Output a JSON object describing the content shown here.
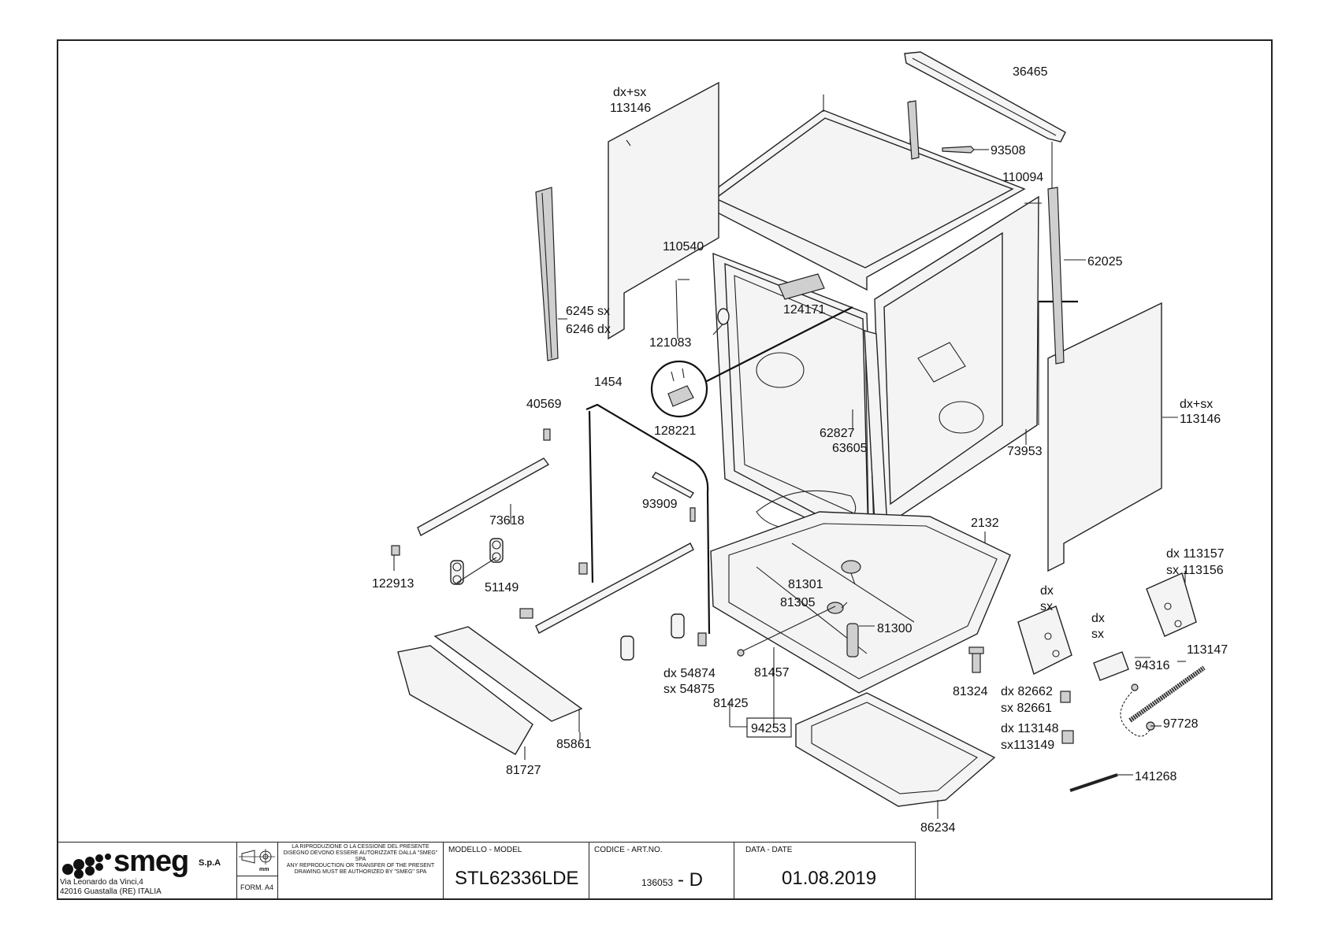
{
  "labels": {
    "p36465": "36465",
    "p93508": "93508",
    "p110094": "110094",
    "p62025": "62025",
    "p113146_l_a": "dx+sx",
    "p113146_l_b": "113146",
    "p113146_r_a": "dx+sx",
    "p113146_r_b": "113146",
    "p110540": "110540",
    "p124171": "124171",
    "p6245": "6245 sx",
    "p6246": "6246 dx",
    "p121083": "121083",
    "p1454": "1454",
    "p128221": "128221",
    "p40569": "40569",
    "p62827": "62827",
    "p63605": "63605",
    "p73953": "73953",
    "p73618": "73618",
    "p93909": "93909",
    "p2132": "2132",
    "p122913": "122913",
    "p51149": "51149",
    "p81301": "81301",
    "p81305": "81305",
    "p81300": "81300",
    "p113157": "dx 113157",
    "p113156": "sx 113156",
    "hinge_dx1": "dx",
    "hinge_sx1": "sx",
    "hinge_dx2": "dx",
    "hinge_sx2": "sx",
    "p54874": "dx 54874",
    "p54875": "sx 54875",
    "p81457": "81457",
    "p81324": "81324",
    "p82662": "dx 82662",
    "p82661": "sx 82661",
    "p113147": "113147",
    "p94316": "94316",
    "p81425": "81425",
    "p94253": "94253",
    "p97728": "97728",
    "p85861": "85861",
    "p113148": "dx 113148",
    "p113149": "sx113149",
    "p81727": "81727",
    "p141268": "141268",
    "p86234": "86234"
  },
  "titleblock": {
    "brand": "smeg",
    "brand_suffix": "S.p.A",
    "address_line1": "Via Leonardo da Vinci,4",
    "address_line2": "42016  Guastalla (RE) ITALIA",
    "unit": "mm",
    "format": "FORM. A4",
    "notice_it": "LA RIPRODUZIONE O LA CESSIONE DEL PRESENTE DISEGNO DEVONO ESSERE AUTORIZZATE DALLA \"SMEG\" SPA",
    "notice_en": "ANY REPRODUCTION OR TRANSFER OF THE PRESENT DRAWING MUST BE AUTHORIZED BY \"SMEG\" SPA",
    "model_caption": "MODELLO - MODEL",
    "model": "STL62336LDE",
    "code_caption": "CODICE - ART.NO.",
    "code": "136053",
    "revision": "- D",
    "date_caption": "DATA - DATE",
    "date": "01.08.2019"
  }
}
